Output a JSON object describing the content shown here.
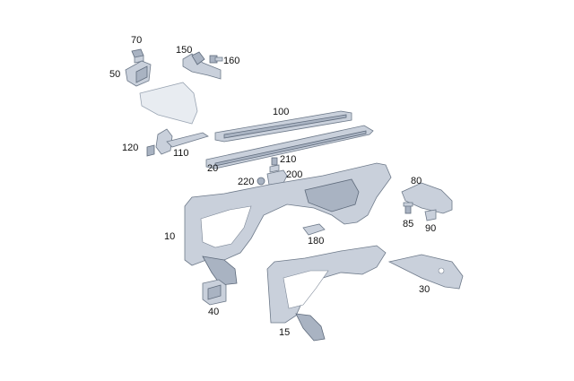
{
  "diagram": {
    "callouts": [
      {
        "id": "c70",
        "label": "70"
      },
      {
        "id": "c50",
        "label": "50"
      },
      {
        "id": "c150",
        "label": "150"
      },
      {
        "id": "c160",
        "label": "160"
      },
      {
        "id": "c100",
        "label": "100"
      },
      {
        "id": "c120",
        "label": "120"
      },
      {
        "id": "c110",
        "label": "110"
      },
      {
        "id": "c20",
        "label": "20"
      },
      {
        "id": "c210",
        "label": "210"
      },
      {
        "id": "c200",
        "label": "200"
      },
      {
        "id": "c220",
        "label": "220"
      },
      {
        "id": "c80",
        "label": "80"
      },
      {
        "id": "c85",
        "label": "85"
      },
      {
        "id": "c90",
        "label": "90"
      },
      {
        "id": "c10",
        "label": "10"
      },
      {
        "id": "c180",
        "label": "180"
      },
      {
        "id": "c40",
        "label": "40"
      },
      {
        "id": "c30",
        "label": "30"
      },
      {
        "id": "c15",
        "label": "15"
      }
    ]
  }
}
